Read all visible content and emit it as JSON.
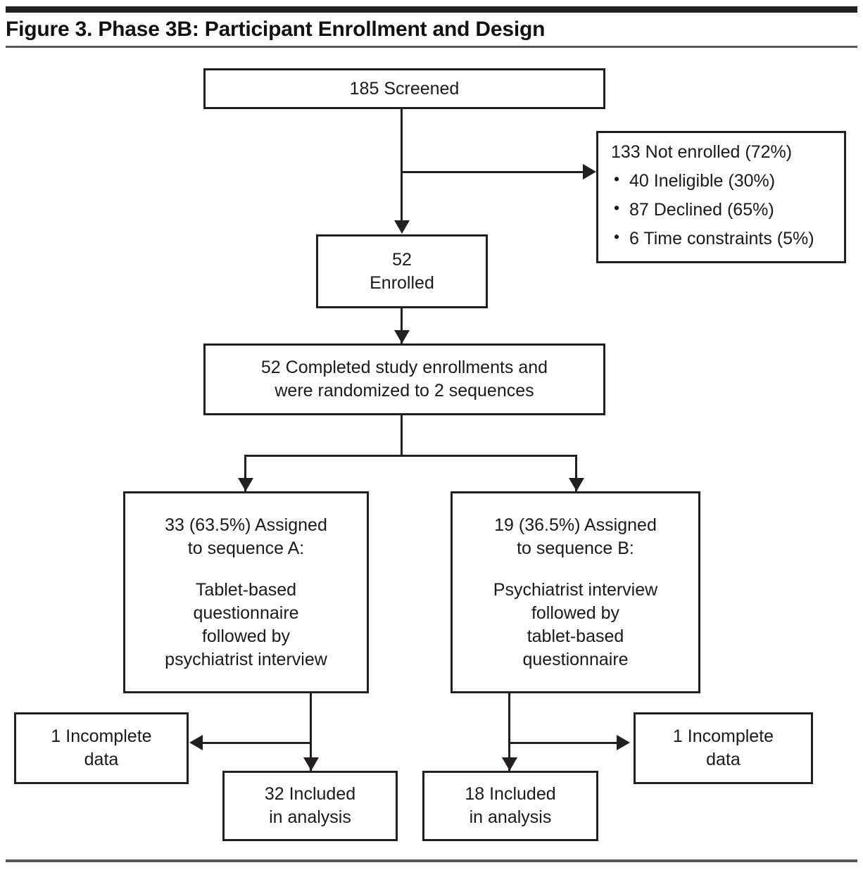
{
  "figure": {
    "title": "Figure 3. Phase 3B: Participant Enrollment and Design"
  },
  "chart_data": {
    "type": "flowchart",
    "title": "Figure 3. Phase 3B: Participant Enrollment and Design",
    "nodes": [
      {
        "id": "screened",
        "label": "185 Screened",
        "value": 185
      },
      {
        "id": "not_enrolled",
        "label": "133 Not enrolled (72%)",
        "value": 133,
        "percent": 72
      },
      {
        "id": "enrolled",
        "label": "52 Enrolled",
        "value": 52
      },
      {
        "id": "randomized",
        "label": "52 Completed study enrollments and were randomized to 2 sequences",
        "value": 52
      },
      {
        "id": "seq_a",
        "label": "33 (63.5%) Assigned to sequence A",
        "value": 33,
        "percent": 63.5
      },
      {
        "id": "seq_b",
        "label": "19 (36.5%) Assigned to sequence B",
        "value": 19,
        "percent": 36.5
      },
      {
        "id": "incomplete_a",
        "label": "1 Incomplete data",
        "value": 1
      },
      {
        "id": "incomplete_b",
        "label": "1 Incomplete data",
        "value": 1
      },
      {
        "id": "included_a",
        "label": "32 Included in analysis",
        "value": 32
      },
      {
        "id": "included_b",
        "label": "18 Included in analysis",
        "value": 18
      }
    ],
    "edges": [
      {
        "from": "screened",
        "to": "not_enrolled"
      },
      {
        "from": "screened",
        "to": "enrolled"
      },
      {
        "from": "enrolled",
        "to": "randomized"
      },
      {
        "from": "randomized",
        "to": "seq_a"
      },
      {
        "from": "randomized",
        "to": "seq_b"
      },
      {
        "from": "seq_a",
        "to": "incomplete_a"
      },
      {
        "from": "seq_a",
        "to": "included_a"
      },
      {
        "from": "seq_b",
        "to": "incomplete_b"
      },
      {
        "from": "seq_b",
        "to": "included_b"
      }
    ]
  },
  "boxes": {
    "screened": {
      "line1": "185 Screened"
    },
    "not_enrolled": {
      "heading": "133 Not enrolled (72%)",
      "items": [
        "40 Ineligible  (30%)",
        "87 Declined  (65%)",
        "6  Time constraints (5%)"
      ]
    },
    "enrolled": {
      "line1": "52",
      "line2": "Enrolled"
    },
    "randomized": {
      "line1": "52 Completed study enrollments and",
      "line2": "were randomized to 2 sequences"
    },
    "sequence_a": {
      "line1": "33 (63.5%) Assigned",
      "line2": "to sequence A:",
      "line3": "Tablet-based",
      "line4": "questionnaire",
      "line5": "followed by",
      "line6": "psychiatrist interview"
    },
    "sequence_b": {
      "line1": "19 (36.5%) Assigned",
      "line2": "to sequence B:",
      "line3": "Psychiatrist interview",
      "line4": "followed by",
      "line5": "tablet-based",
      "line6": "questionnaire"
    },
    "incomplete_left": {
      "line1": "1 Incomplete",
      "line2": "data"
    },
    "incomplete_right": {
      "line1": "1 Incomplete",
      "line2": "data"
    },
    "included_a": {
      "line1": "32 Included",
      "line2": "in analysis"
    },
    "included_b": {
      "line1": "18 Included",
      "line2": "in analysis"
    }
  },
  "colors": {
    "ink": "#231f20",
    "rule": "#58595b",
    "background": "#ffffff"
  }
}
